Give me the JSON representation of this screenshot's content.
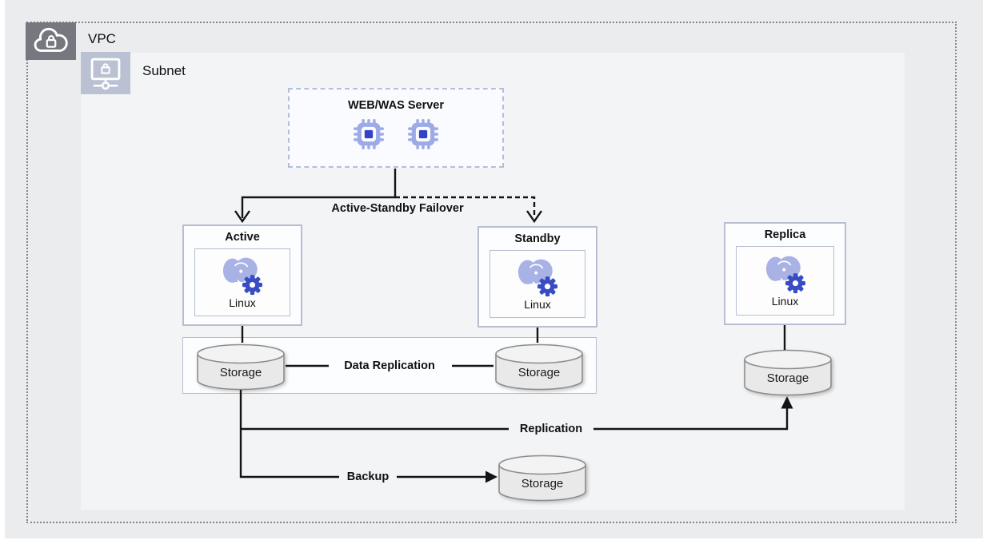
{
  "vpc": {
    "label": "VPC"
  },
  "subnet": {
    "label": "Subnet"
  },
  "webwas": {
    "title": "WEB/WAS Server"
  },
  "nodes": [
    {
      "title": "Active",
      "os": "Linux"
    },
    {
      "title": "Standby",
      "os": "Linux"
    },
    {
      "title": "Replica",
      "os": "Linux"
    }
  ],
  "storages": [
    {
      "label": "Storage"
    },
    {
      "label": "Storage"
    },
    {
      "label": "Storage"
    },
    {
      "label": "Storage"
    }
  ],
  "edges": {
    "failover": "Active-Standby Failover",
    "data_replication": "Data Replication",
    "replication": "Replication",
    "backup": "Backup"
  },
  "colors": {
    "canvas_bg": "#ebecee",
    "subnet_bg": "#f3f4f6",
    "vpc_icon_bg": "#75797f",
    "subnet_icon_bg": "#b9c1d3",
    "box_border": "#b6becf",
    "postgres_periwinkle": "#a8b2e4",
    "chip_blue": "#3243c9",
    "gear_blue": "#3a4cc3",
    "connector_line": "#141414"
  }
}
